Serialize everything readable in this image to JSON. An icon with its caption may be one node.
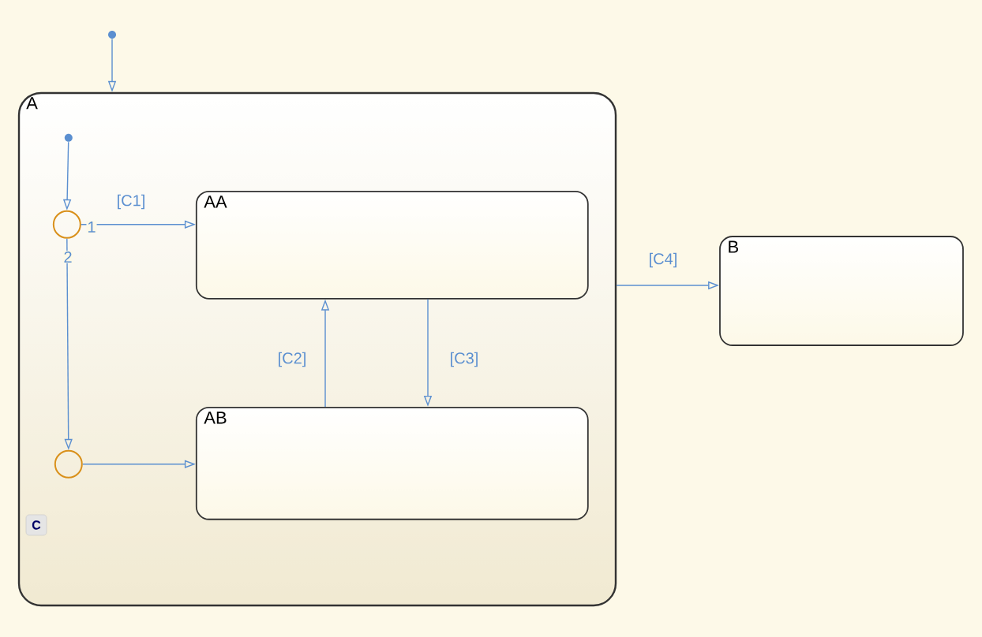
{
  "diagram": {
    "nodes": [
      {
        "text": [],
        "shape": "dot"
      },
      {
        "text": [
          "A"
        ]
      },
      {
        "text": [],
        "shape": "dot",
        "in": 1
      },
      {
        "text": [],
        "shape": "circle",
        "in": 1
      },
      {
        "text": [
          "AA"
        ],
        "in": 1
      },
      {
        "text": [],
        "shape": "circle",
        "in": 1
      },
      {
        "text": [
          "AB"
        ],
        "in": 1
      },
      {
        "text": [
          "B"
        ]
      }
    ],
    "edges": [
      {
        "from": 0,
        "to": 1,
        "arrow": "to"
      },
      {
        "from": 2,
        "to": 3,
        "arrow": "to"
      },
      {
        "from": 3,
        "to": 4,
        "arrow": "to",
        "label": "[C1]"
      },
      {
        "from": 3,
        "to": 5,
        "arrow": "to"
      },
      {
        "from": 5,
        "to": 6,
        "arrow": "to"
      },
      {
        "from": 6,
        "to": 4,
        "arrow": "to",
        "label": "[C2]"
      },
      {
        "from": 4,
        "to": 6,
        "arrow": "to",
        "label": "[C3]"
      },
      {
        "from": 1,
        "to": 7,
        "arrow": "to",
        "label": "[C4]"
      }
    ],
    "labels": [
      "1",
      "2",
      "C"
    ]
  }
}
